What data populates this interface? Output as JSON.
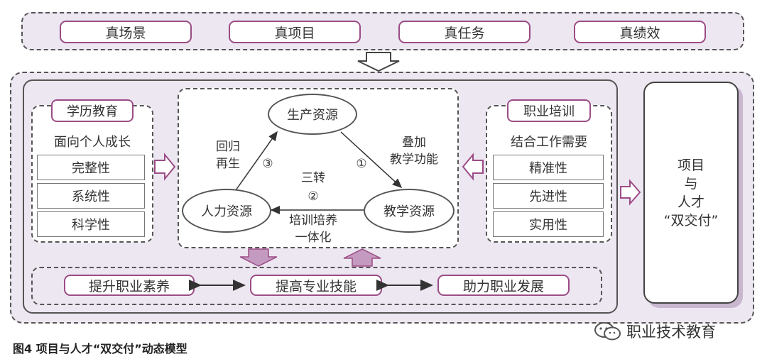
{
  "top": {
    "items": [
      "真场景",
      "真项目",
      "真任务",
      "真绩效"
    ]
  },
  "left": {
    "header": "学历教育",
    "subtitle": "面向个人成长",
    "attrs": [
      "完整性",
      "系统性",
      "科学性"
    ]
  },
  "right": {
    "header": "职业培训",
    "subtitle": "结合工作需要",
    "attrs": [
      "精准性",
      "先进性",
      "实用性"
    ]
  },
  "center": {
    "nodes": {
      "production": "生产资源",
      "human": "人力资源",
      "teaching": "教学资源"
    },
    "labels": {
      "return_l1": "回归",
      "return_l2": "再生",
      "n3": "③",
      "stack_l1": "叠加",
      "stack_l2": "教学功能",
      "n1": "①",
      "center_l1": "三转",
      "n2": "②",
      "train_l1": "培训培养",
      "train_l2": "一体化"
    }
  },
  "bottom": {
    "items": [
      "提升职业素养",
      "提高专业技能",
      "助力职业发展"
    ]
  },
  "result": {
    "lines": [
      "项目",
      "与",
      "人才",
      "“双交付”"
    ]
  },
  "caption": "图4  项目与人才“双交付”动态模型",
  "watermark": {
    "icon": "wechat-icon",
    "text": "职业技术教育"
  },
  "colors": {
    "accent": "#9b4c86",
    "panel": "#ede7f1",
    "arrow_fill": "#c49ac0"
  }
}
